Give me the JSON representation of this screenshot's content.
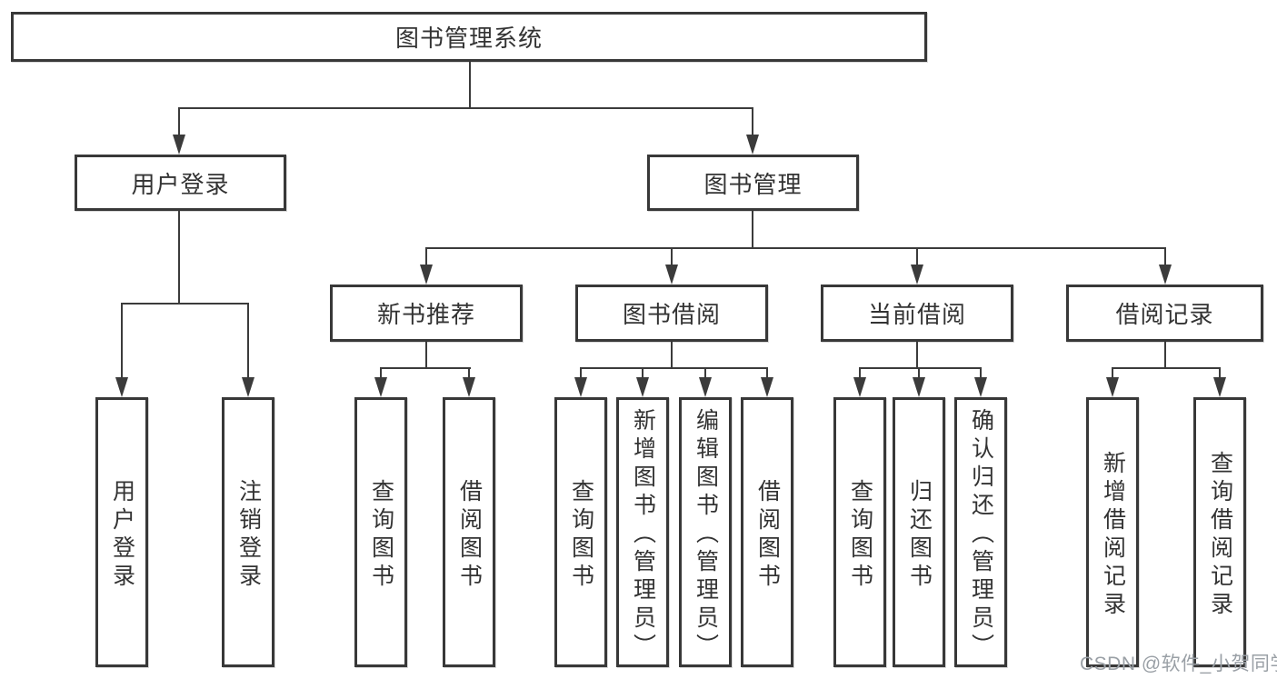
{
  "tree": {
    "root": {
      "label": "图书管理系统",
      "children": [
        {
          "label": "用户登录",
          "children": [
            {
              "label": "用户登录"
            },
            {
              "label": "注销登录"
            }
          ]
        },
        {
          "label": "图书管理",
          "children": [
            {
              "label": "新书推荐",
              "children": [
                {
                  "label": "查询图书"
                },
                {
                  "label": "借阅图书"
                }
              ]
            },
            {
              "label": "图书借阅",
              "children": [
                {
                  "label": "查询图书"
                },
                {
                  "label": "新增图书（管理员）"
                },
                {
                  "label": "编辑图书（管理员）"
                },
                {
                  "label": "借阅图书"
                }
              ]
            },
            {
              "label": "当前借阅",
              "children": [
                {
                  "label": "查询图书"
                },
                {
                  "label": "归还图书"
                },
                {
                  "label": "确认归还（管理员）"
                }
              ]
            },
            {
              "label": "借阅记录",
              "children": [
                {
                  "label": "新增借阅记录"
                },
                {
                  "label": "查询借阅记录"
                }
              ]
            }
          ]
        }
      ]
    }
  },
  "watermark": {
    "text": "CSDN @软件_小贺同学"
  },
  "colors": {
    "line": "#3b3b3b",
    "border": "#383838",
    "text": "#333333",
    "watermark": "#9aa0a6",
    "background": "#ffffff"
  }
}
